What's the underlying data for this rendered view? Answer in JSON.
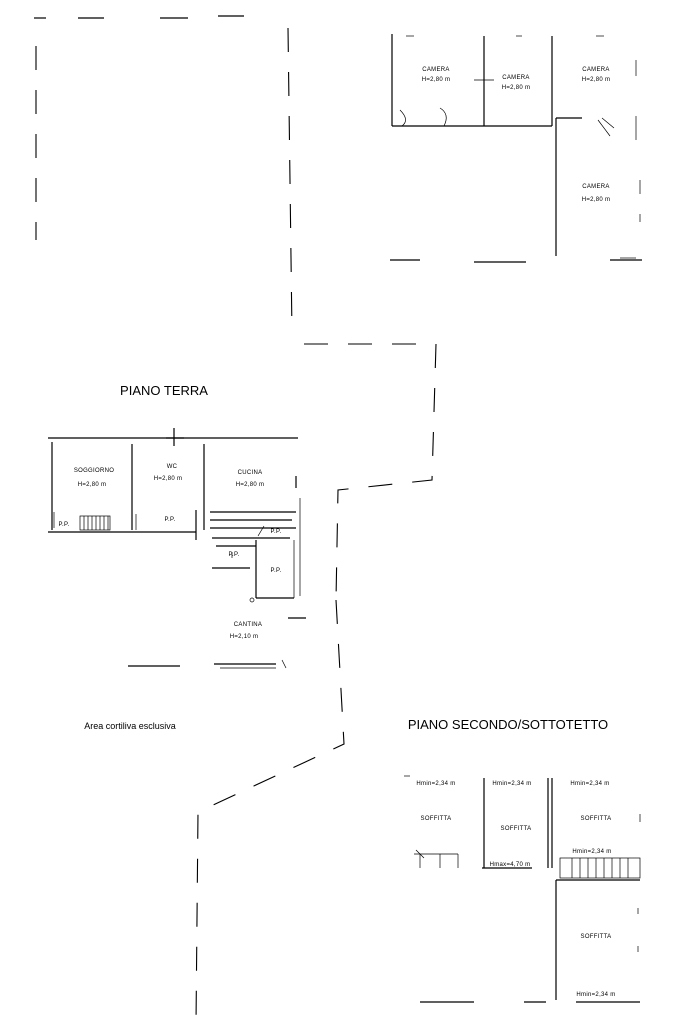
{
  "section_titles": {
    "ground": "PIANO TERRA",
    "second": "PIANO SECONDO/SOTTOTETTO"
  },
  "courtyard_label": "Area cortiliva esclusiva",
  "first_floor_rooms": [
    {
      "name": "CAMERA",
      "height": "H=2,80 m"
    },
    {
      "name": "CAMERA",
      "height": "H=2,80 m"
    },
    {
      "name": "CAMERA",
      "height": "H=2,80 m"
    },
    {
      "name": "CAMERA",
      "height": "H=2,80 m"
    }
  ],
  "ground_floor_rooms": [
    {
      "name": "SOGGIORNO",
      "height": "H=2,80 m"
    },
    {
      "name": "WC",
      "height": "H=2,80 m"
    },
    {
      "name": "CUCINA",
      "height": "H=2,80 m"
    },
    {
      "name": "CANTINA",
      "height": "H=2,10 m"
    }
  ],
  "ground_floor_small_labels": [
    "P.P.",
    "P.P.",
    "P.P.",
    "P.P.",
    "P.P."
  ],
  "attic_rooms": [
    {
      "name": "SOFFITTA",
      "h_top": "Hmin=2,34 m",
      "h_bottom": ""
    },
    {
      "name": "SOFFITTA",
      "h_top": "Hmin=2,34 m",
      "h_bottom": "Hmax=4,70 m"
    },
    {
      "name": "SOFFITTA",
      "h_top": "Hmin=2,34 m",
      "h_bottom": ""
    },
    {
      "name": "SOFFITTA",
      "h_top": "Hmin=2,34 m",
      "h_bottom": "Hmin=2,34 m"
    }
  ]
}
